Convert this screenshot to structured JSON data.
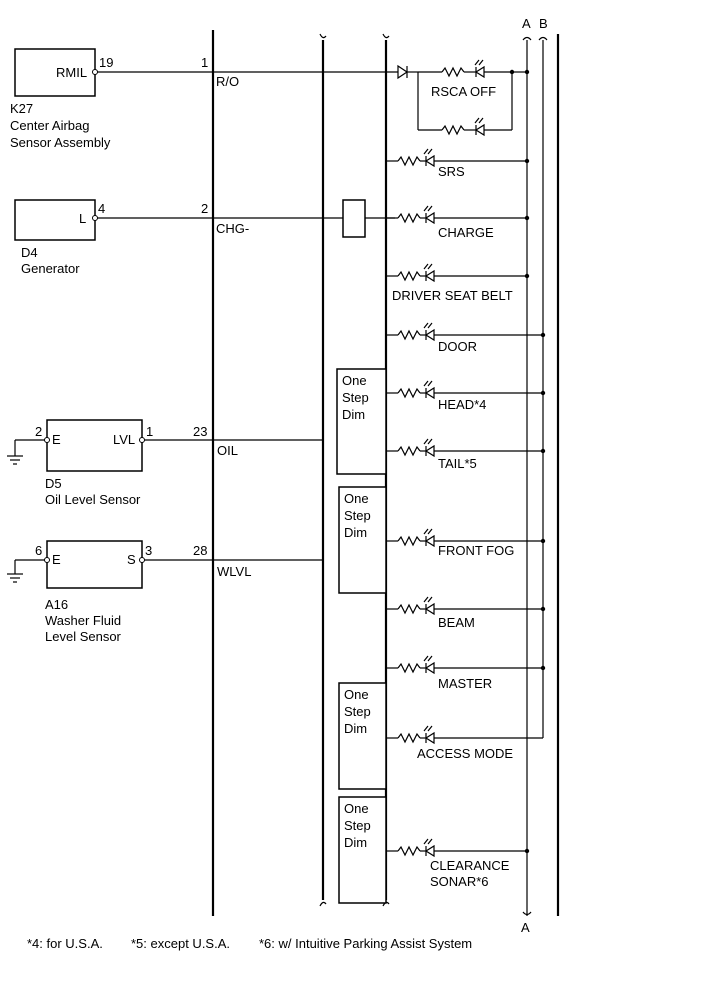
{
  "bus_labels": {
    "a_top": "A",
    "b_top": "B",
    "a_bottom": "A"
  },
  "components": [
    {
      "id": "k27",
      "code": "K27",
      "name_lines": [
        "Center Airbag",
        "Sensor Assembly"
      ],
      "terminals": [
        {
          "label": "RMIL",
          "pin": "19"
        }
      ]
    },
    {
      "id": "d4",
      "code": "D4",
      "name_lines": [
        "Generator"
      ],
      "terminals": [
        {
          "label": "L",
          "pin": "4"
        }
      ]
    },
    {
      "id": "d5",
      "code": "D5",
      "name_lines": [
        "Oil Level Sensor"
      ],
      "terminals": [
        {
          "label": "E",
          "pin": "2"
        },
        {
          "label": "LVL",
          "pin": "1"
        }
      ]
    },
    {
      "id": "a16",
      "code": "A16",
      "name_lines": [
        "Washer Fluid",
        "Level Sensor"
      ],
      "terminals": [
        {
          "label": "E",
          "pin": "6"
        },
        {
          "label": "S",
          "pin": "3"
        }
      ]
    }
  ],
  "meter_pins": [
    {
      "pin": "1",
      "signal": "R/O"
    },
    {
      "pin": "2",
      "signal": "CHG-"
    },
    {
      "pin": "23",
      "signal": "OIL"
    },
    {
      "pin": "28",
      "signal": "WLVL"
    }
  ],
  "one_step_dim_label": [
    "One",
    "Step",
    "Dim"
  ],
  "indicators": [
    {
      "label": "RSCA OFF",
      "bus": "A"
    },
    {
      "label": "SRS",
      "bus": "A"
    },
    {
      "label": "CHARGE",
      "bus": "A"
    },
    {
      "label": "DRIVER SEAT BELT",
      "bus": "A"
    },
    {
      "label": "DOOR",
      "bus": "B"
    },
    {
      "label": "HEAD*4",
      "bus": "B"
    },
    {
      "label": "TAIL*5",
      "bus": "B"
    },
    {
      "label": "FRONT FOG",
      "bus": "B"
    },
    {
      "label": "BEAM",
      "bus": "B"
    },
    {
      "label": "MASTER",
      "bus": "B"
    },
    {
      "label": "ACCESS MODE",
      "bus": "B"
    },
    {
      "label": "CLEARANCE SONAR*6",
      "label_lines": [
        "CLEARANCE",
        "SONAR*6"
      ],
      "bus": "A"
    }
  ],
  "footnotes": [
    "*4: for U.S.A.",
    "*5: except U.S.A.",
    "*6: w/ Intuitive Parking Assist System"
  ]
}
